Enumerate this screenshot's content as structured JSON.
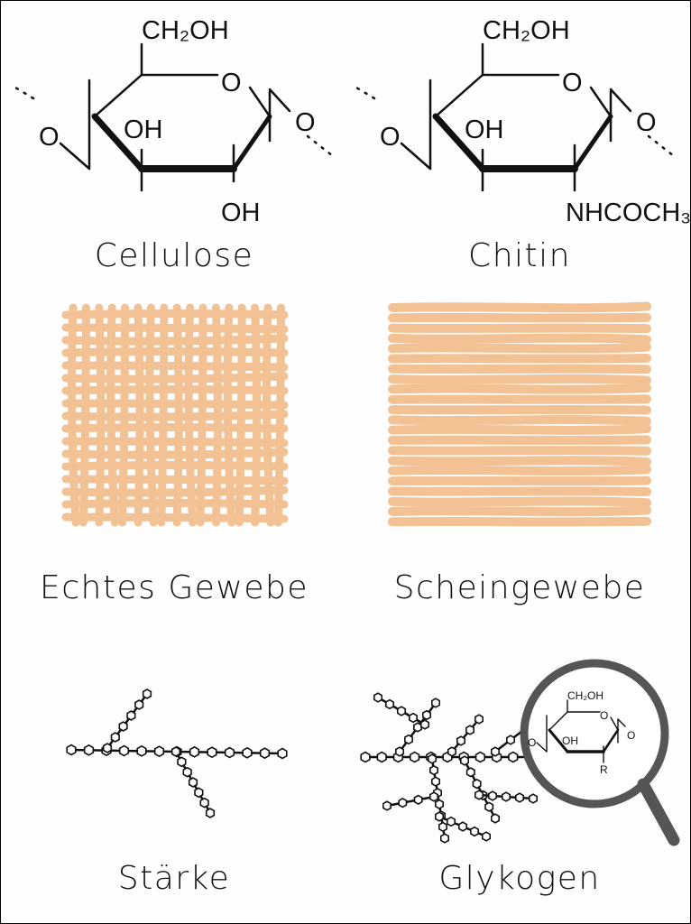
{
  "panels": {
    "cellulose": {
      "caption": "Cellulose",
      "labels": {
        "ch2oh": "CH₂OH",
        "ring_o": "O",
        "left_o": "O",
        "right_o": "O",
        "oh_inner": "OH",
        "oh_bottom": "OH"
      }
    },
    "chitin": {
      "caption": "Chitin",
      "labels": {
        "ch2oh": "CH₂OH",
        "ring_o": "O",
        "left_o": "O",
        "right_o": "O",
        "oh_inner": "OH",
        "substituent": "NHCOCH₃"
      }
    },
    "true_tissue": {
      "caption": "Echtes Gewebe"
    },
    "pseudo_tissue": {
      "caption": "Scheingewebe"
    },
    "starch": {
      "caption": "Stärke"
    },
    "glycogen": {
      "caption": "Glykogen",
      "magnifier_labels": {
        "ch2oh": "CH₂OH",
        "ring_o": "O",
        "left_o": "O",
        "right_o": "O",
        "oh_inner": "OH",
        "substituent": "R"
      }
    }
  },
  "colors": {
    "fiber": "#f2c194",
    "ink": "#111111",
    "magnifier": "#555555"
  }
}
